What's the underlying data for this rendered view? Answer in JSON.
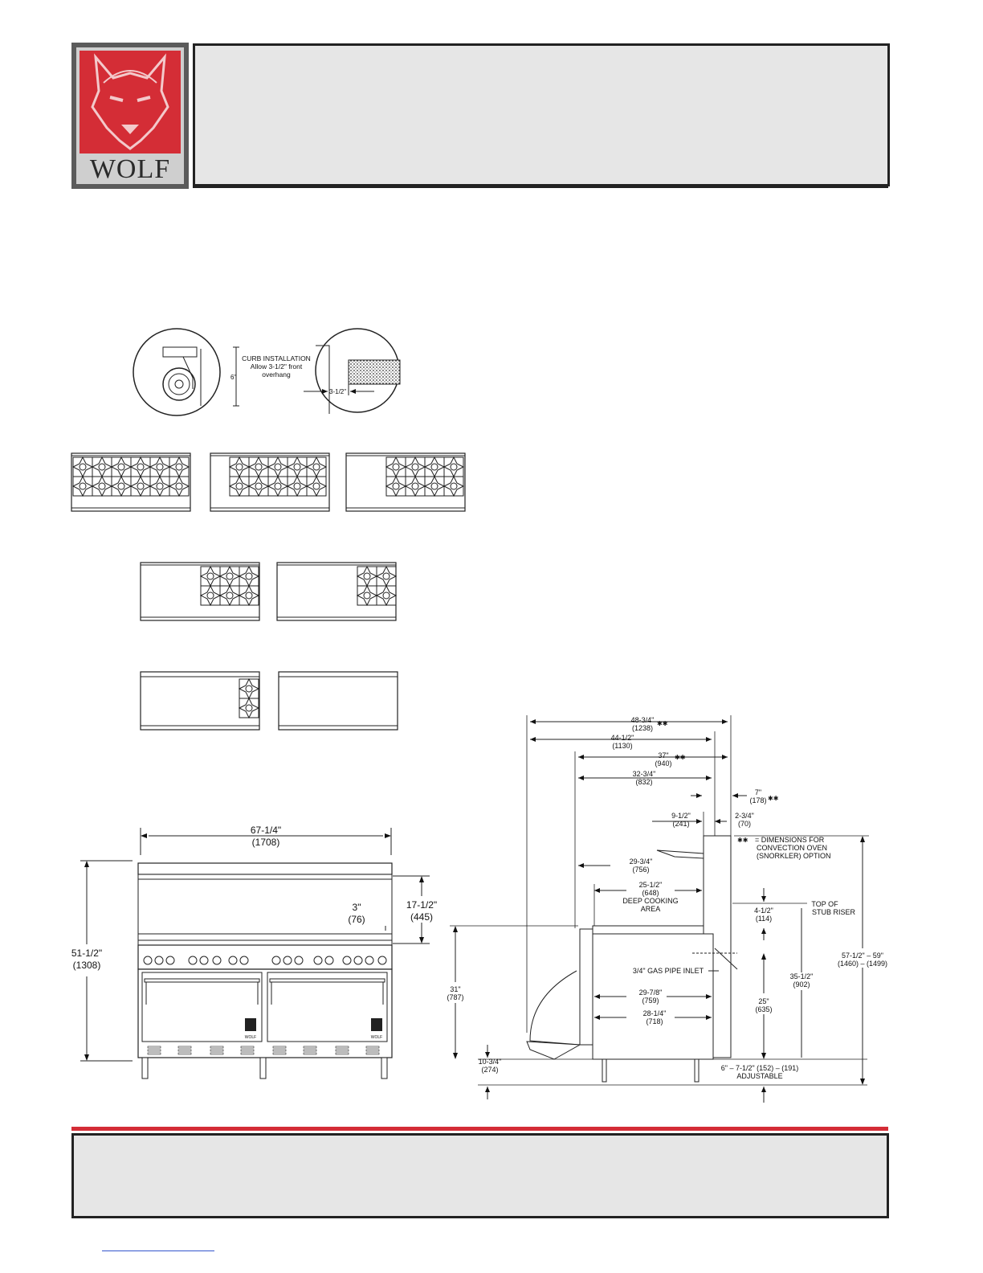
{
  "logo": {
    "wordmark": "WOLF",
    "colors": {
      "red": "#d42d36",
      "frame": "#5b5b5b",
      "plate": "#cfcfcf"
    }
  },
  "caster_detail": {
    "height_label": "6\"",
    "curb_title": "CURB INSTALLATION",
    "curb_line2": "Allow 3-1/2\" front",
    "curb_line3": "overhang",
    "overhang_label": "3-1/2\""
  },
  "front_view": {
    "width_label": "67-1/4\"",
    "width_mm": "(1708)",
    "height_label": "51-1/2\"",
    "height_mm": "(1308)",
    "riser_label": "17-1/2\"",
    "riser_mm": "(445)",
    "ledge_label": "3\"",
    "ledge_mm": "(76)",
    "door_brand": "WOLF"
  },
  "side_view": {
    "d1": "48-3/4\"",
    "d1mm": "(1238)",
    "star": "✱✱",
    "d2": "44-1/2\"",
    "d2mm": "(1130)",
    "d3": "37\"",
    "d3mm": "(940)",
    "d4": "32-3/4\"",
    "d4mm": "(832)",
    "d5": "7\"",
    "d5mm": "(178)",
    "d6": "9-1/2\"",
    "d6mm": "(241)",
    "d7": "2-3/4\"",
    "d7mm": "(70)",
    "note1": "= DIMENSIONS FOR",
    "note2": "CONVECTION OVEN",
    "note3": "(SNORKLER) OPTION",
    "d8": "29-3/4\"",
    "d8mm": "(756)",
    "d9": "25-1/2\"",
    "d9mm": "(648)",
    "deep1": "DEEP COOKING",
    "deep2": "AREA",
    "d10": "4-1/2\"",
    "d10mm": "(114)",
    "top1": "TOP OF",
    "top2": "STUB RISER",
    "gas": "3/4\" GAS PIPE INLET",
    "d11": "35-1/2\"",
    "d11mm": "(902)",
    "d12": "57-1/2\" – 59\"",
    "d12mm": "(1460) – (1499)",
    "d13": "31\"",
    "d13mm": "(787)",
    "d14": "29-7/8\"",
    "d14mm": "(759)",
    "d15": "28-1/4\"",
    "d15mm": "(718)",
    "d16": "25\"",
    "d16mm": "(635)",
    "d17": "10-3/4\"",
    "d17mm": "(274)",
    "adj1": "6\" – 7-1/2\" (152) – (191)",
    "adj2": "ADJUSTABLE"
  }
}
